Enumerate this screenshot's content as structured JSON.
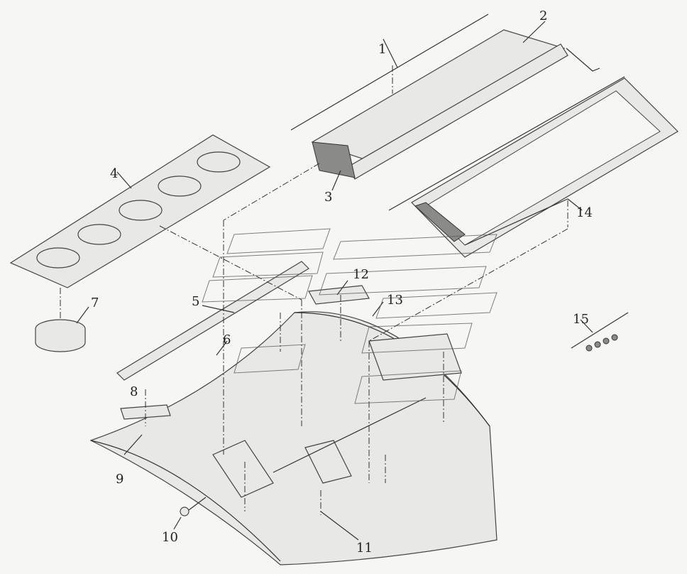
{
  "callouts": [
    {
      "id": "c1",
      "text": "1"
    },
    {
      "id": "c2",
      "text": "2"
    },
    {
      "id": "c3",
      "text": "3"
    },
    {
      "id": "c4",
      "text": "4"
    },
    {
      "id": "c5",
      "text": "5"
    },
    {
      "id": "c6",
      "text": "6"
    },
    {
      "id": "c7",
      "text": "7"
    },
    {
      "id": "c8",
      "text": "8"
    },
    {
      "id": "c9",
      "text": "9"
    },
    {
      "id": "c10",
      "text": "10"
    },
    {
      "id": "c11",
      "text": "11"
    },
    {
      "id": "c12",
      "text": "12"
    },
    {
      "id": "c13",
      "text": "13"
    },
    {
      "id": "c14",
      "text": "14"
    },
    {
      "id": "c15",
      "text": "15"
    }
  ],
  "colors": {
    "background": "#f6f6f4",
    "line": "#333333",
    "part_fill": "#e8e8e6",
    "dark_fill": "#8a8a88"
  }
}
